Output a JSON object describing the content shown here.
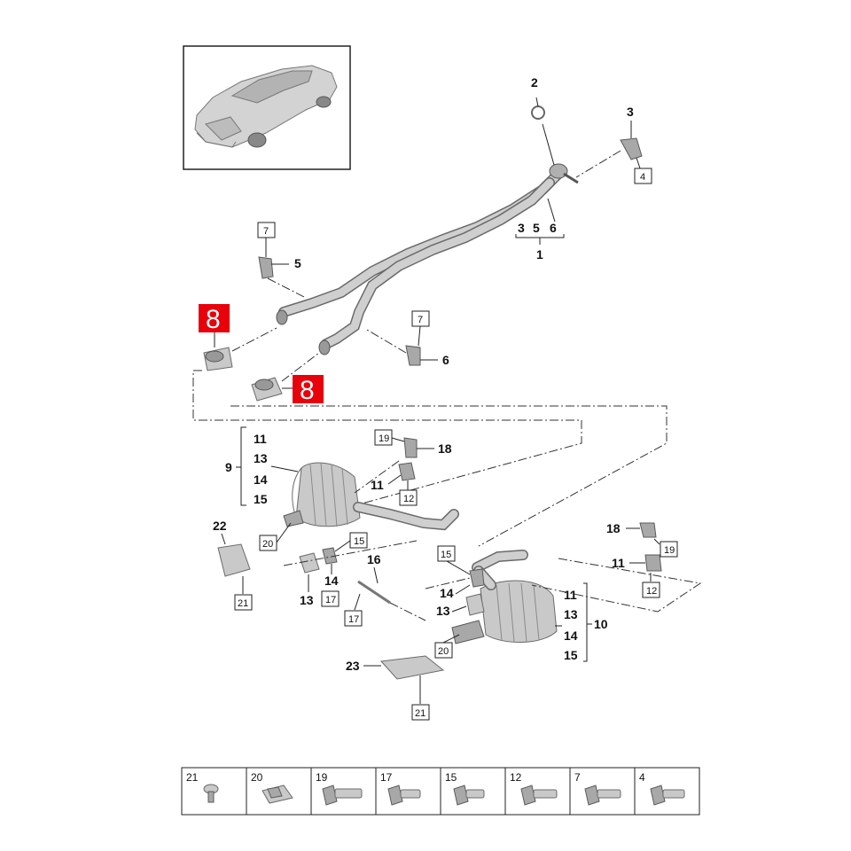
{
  "callouts": {
    "c1": "1",
    "c2": "2",
    "c3a": "3",
    "c3b": "3",
    "c4": "4",
    "c5a": "5",
    "c5b": "5",
    "c6a": "6",
    "c6b": "6",
    "c7a": "7",
    "c7b": "7",
    "c8a": "8",
    "c8b": "8",
    "c9": "9",
    "c10": "10",
    "c11a": "11",
    "c11b": "11",
    "c11c": "11",
    "c11d": "11",
    "c12a": "12",
    "c12b": "12",
    "c13a": "13",
    "c13b": "13",
    "c13c": "13",
    "c13d": "13",
    "c14a": "14",
    "c14b": "14",
    "c14c": "14",
    "c15a": "15",
    "c15b": "15",
    "c15c": "15",
    "c15d": "15",
    "c16": "16",
    "c17a": "17",
    "c17b": "17",
    "c18a": "18",
    "c18b": "18",
    "c19a": "19",
    "c19b": "19",
    "c20a": "20",
    "c20b": "20",
    "c21a": "21",
    "c21b": "21",
    "c22": "22",
    "c23": "23"
  },
  "fastener_table": [
    {
      "label": "21",
      "icon": "screw-icon"
    },
    {
      "label": "20",
      "icon": "clip-nut-icon"
    },
    {
      "label": "19",
      "icon": "bolt-icon"
    },
    {
      "label": "17",
      "icon": "bolt-icon"
    },
    {
      "label": "15",
      "icon": "bolt-icon"
    },
    {
      "label": "12",
      "icon": "bolt-icon"
    },
    {
      "label": "7",
      "icon": "bolt-icon"
    },
    {
      "label": "4",
      "icon": "bolt-icon"
    }
  ],
  "colors": {
    "highlight": "#e8000b",
    "part": "#c9c9c9",
    "line": "#222222"
  }
}
